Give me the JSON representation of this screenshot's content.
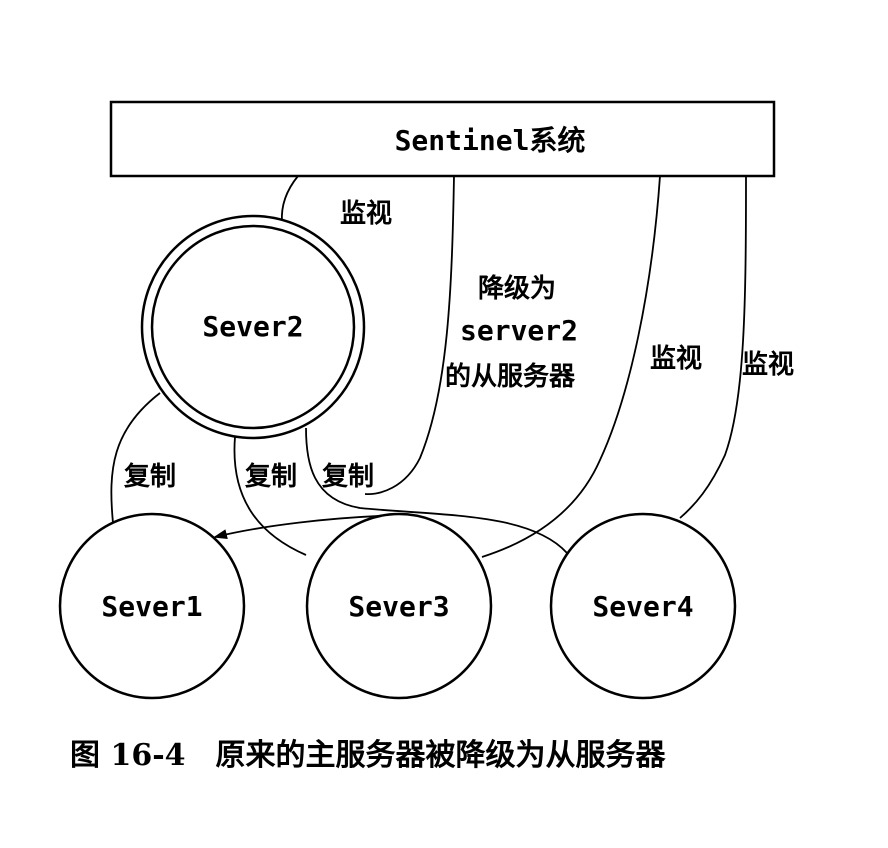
{
  "diagram": {
    "sentinel_label": "Sentinel系统",
    "nodes": {
      "server2": "Sever2",
      "server1": "Sever1",
      "server3": "Sever3",
      "server4": "Sever4"
    },
    "edge_labels": {
      "monitor_server2": "监视",
      "demote_line1": "降级为",
      "demote_line2": "server2",
      "demote_line3": "的从服务器",
      "monitor_server3": "监视",
      "monitor_server4": "监视",
      "replicate_1": "复制",
      "replicate_2": "复制",
      "replicate_3": "复制"
    },
    "caption": "图 16-4　原来的主服务器被降级为从服务器"
  }
}
